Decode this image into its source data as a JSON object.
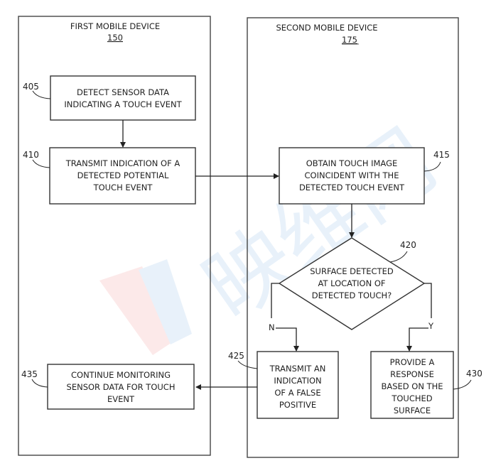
{
  "lanes": {
    "first": {
      "title": "FIRST MOBILE DEVICE",
      "ref": "150"
    },
    "second": {
      "title": "SECOND MOBILE DEVICE",
      "ref": "175"
    }
  },
  "steps": {
    "s405": {
      "ref": "405",
      "lines": [
        "DETECT SENSOR DATA",
        "INDICATING A TOUCH EVENT"
      ]
    },
    "s410": {
      "ref": "410",
      "lines": [
        "TRANSMIT INDICATION OF A",
        "DETECTED POTENTIAL",
        "TOUCH EVENT"
      ]
    },
    "s415": {
      "ref": "415",
      "lines": [
        "OBTAIN TOUCH IMAGE",
        "COINCIDENT WITH THE",
        "DETECTED TOUCH EVENT"
      ]
    },
    "s420": {
      "ref": "420",
      "lines": [
        "SURFACE DETECTED",
        "AT LOCATION OF",
        "DETECTED TOUCH?"
      ]
    },
    "s425": {
      "ref": "425",
      "lines": [
        "TRANSMIT AN",
        "INDICATION",
        "OF A FALSE",
        "POSITIVE"
      ]
    },
    "s430": {
      "ref": "430",
      "lines": [
        "PROVIDE A",
        "RESPONSE",
        "BASED ON THE",
        "TOUCHED",
        "SURFACE"
      ]
    },
    "s435": {
      "ref": "435",
      "lines": [
        "CONTINUE MONITORING",
        "SENSOR DATA FOR TOUCH",
        "EVENT"
      ]
    }
  },
  "branches": {
    "no": "N",
    "yes": "Y"
  },
  "watermark": {
    "text": "映维网",
    "brand_colors": {
      "red": "#e85050",
      "blue": "#4a90d9"
    }
  }
}
